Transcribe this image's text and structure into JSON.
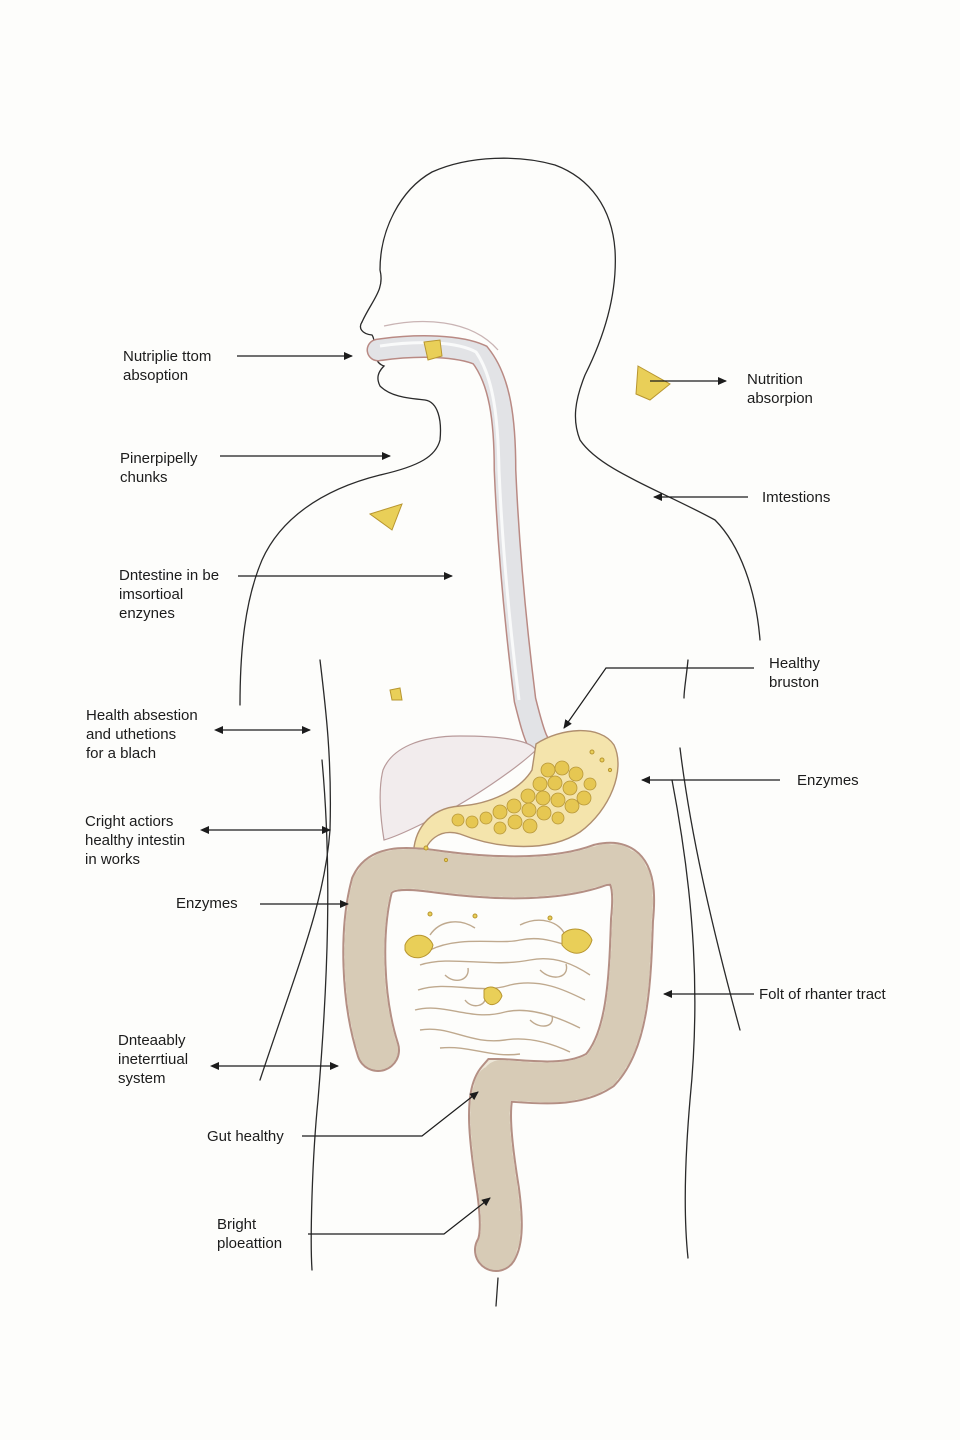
{
  "diagram": {
    "labels_left": [
      {
        "id": "l1",
        "lines": [
          "Nutriplie ttom",
          "absoption"
        ]
      },
      {
        "id": "l2",
        "lines": [
          "Pinerpipelly",
          "chunks"
        ]
      },
      {
        "id": "l3",
        "lines": [
          "Dntestine in be",
          "imsortioal",
          "enzynes"
        ]
      },
      {
        "id": "l4",
        "lines": [
          "Health absestion",
          "and uthetions",
          "for a blach"
        ]
      },
      {
        "id": "l5",
        "lines": [
          "Cright actiors",
          "healthy intestin",
          "in works"
        ]
      },
      {
        "id": "l6",
        "lines": [
          "Enzymes"
        ]
      },
      {
        "id": "l7",
        "lines": [
          "Dnteaably",
          "ineterrtiual",
          "system"
        ]
      },
      {
        "id": "l8",
        "lines": [
          "Gut healthy"
        ]
      },
      {
        "id": "l9",
        "lines": [
          "Bright",
          "ploeattion"
        ]
      }
    ],
    "labels_right": [
      {
        "id": "r1",
        "lines": [
          "Nutrition",
          "absorpion"
        ]
      },
      {
        "id": "r2",
        "lines": [
          "Imtestions"
        ]
      },
      {
        "id": "r3",
        "lines": [
          "Healthy",
          "bruston"
        ]
      },
      {
        "id": "r4",
        "lines": [
          "Enzymes"
        ]
      },
      {
        "id": "r5",
        "lines": [
          "Folt of rhanter tract"
        ]
      }
    ],
    "colors": {
      "outline": "#2a2a2a",
      "esophagus": "#d9dadd",
      "stomach": "#f3e3a8",
      "nutrient": "#e9cf58",
      "intestine": "#ece6d6",
      "intestine_edge": "#b08f84",
      "liver": "#f1ebec"
    }
  }
}
